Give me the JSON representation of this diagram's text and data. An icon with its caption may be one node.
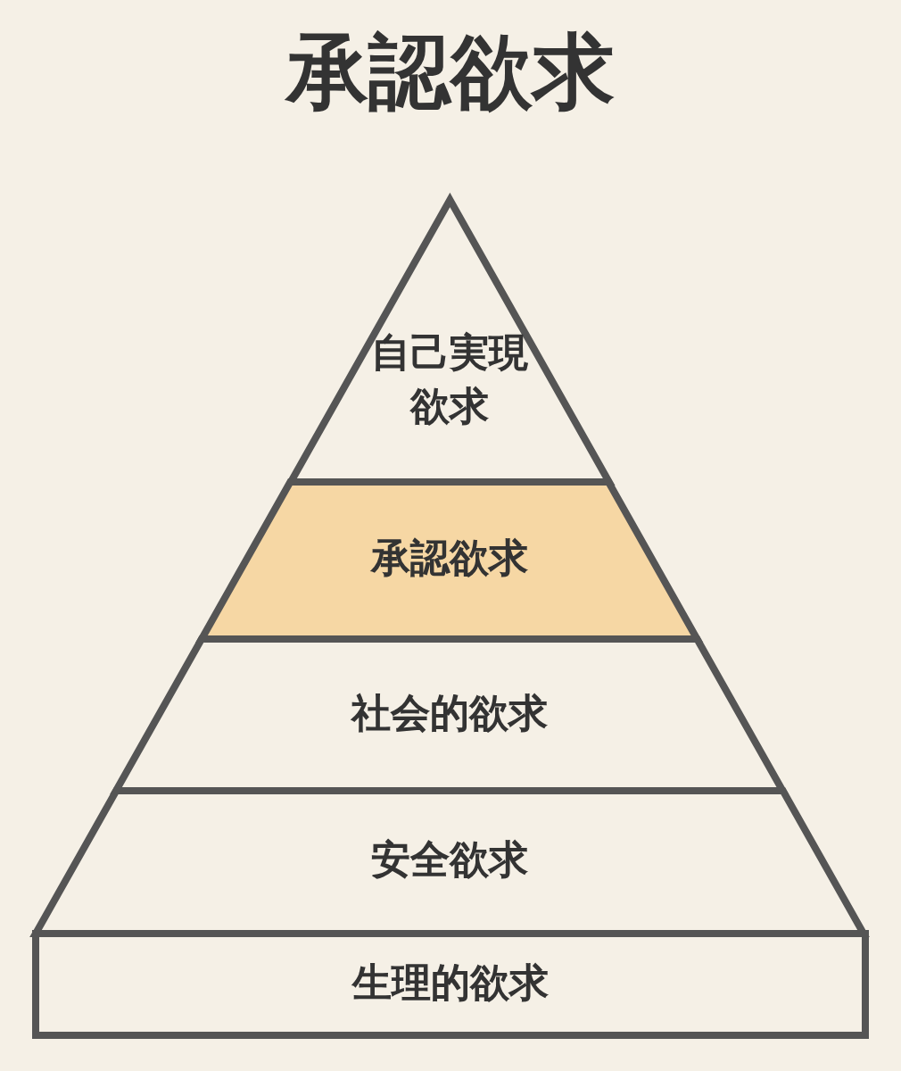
{
  "diagram": {
    "title": "承認欲求",
    "nodes": [
      {
        "text": [
          "自己実現欲求"
        ]
      },
      {
        "text": [
          "承認欲求"
        ]
      },
      {
        "text": [
          "社会的欲求"
        ]
      },
      {
        "text": [
          "安全欲求"
        ]
      },
      {
        "text": [
          "生理的欲求"
        ]
      }
    ]
  }
}
